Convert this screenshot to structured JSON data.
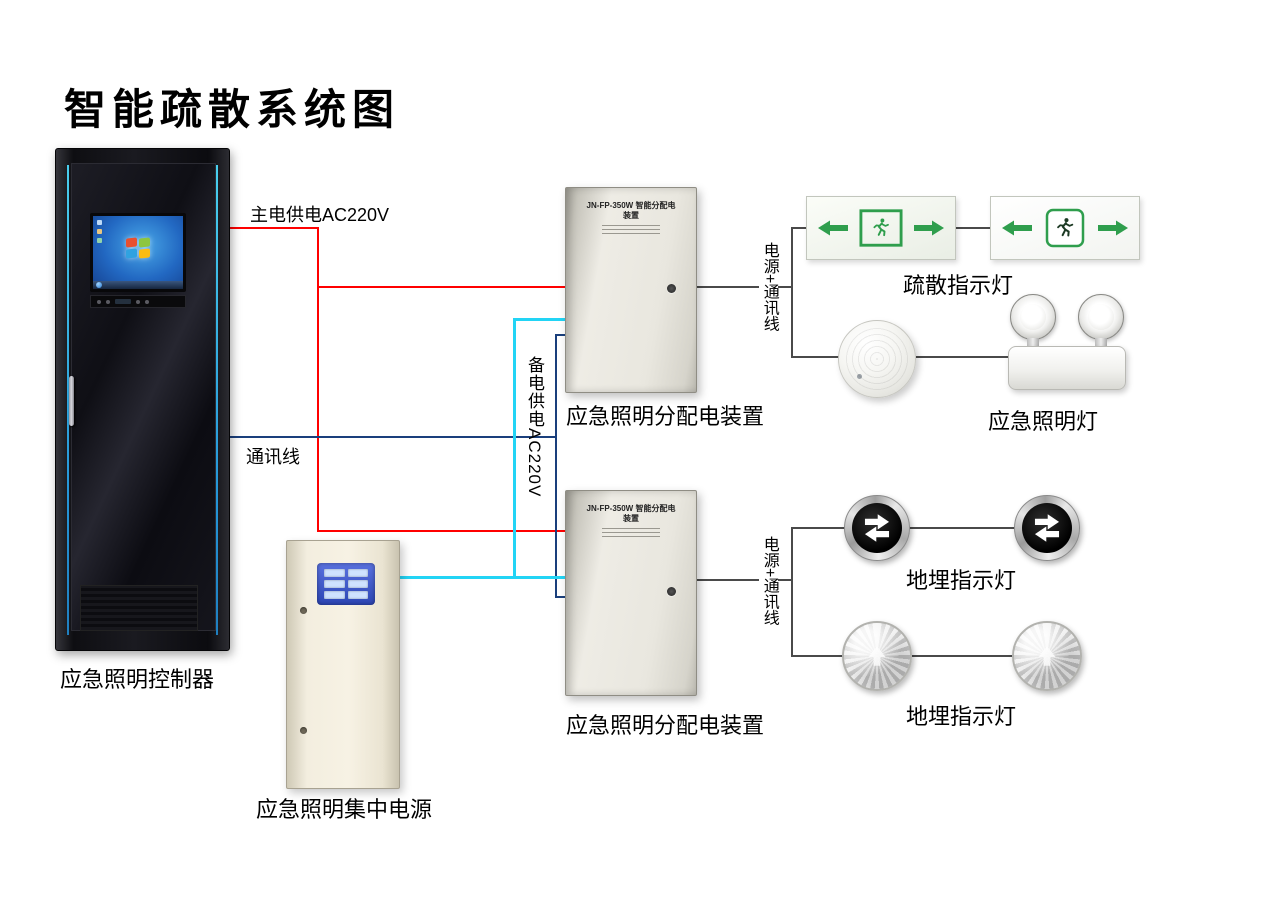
{
  "title": "智能疏散系统图",
  "wire_labels": {
    "main_power": "主电供电AC220V",
    "comm": "通讯线",
    "backup_power": "备电供电AC220V",
    "power_comm_1": "电源+通讯线",
    "power_comm_2": "电源+通讯线"
  },
  "device_labels": {
    "controller": "应急照明控制器",
    "central_power": "应急照明集中电源",
    "distribution_1": "应急照明分配电装置",
    "distribution_2": "应急照明分配电装置",
    "exit_signs": "疏散指示灯",
    "emergency_lamps": "应急照明灯",
    "ground_lights_1": "地埋指示灯",
    "ground_lights_2": "地埋指示灯"
  },
  "distribution_box_model": "JN-FP-350W 智能分配电装置",
  "colors": {
    "main_power_wire": "#ff0000",
    "comm_wire": "#1a3f7c",
    "backup_power_wire": "#22d4f5",
    "device_wire": "#4a4a4a",
    "exit_sign_green": "#2f9e4d"
  }
}
